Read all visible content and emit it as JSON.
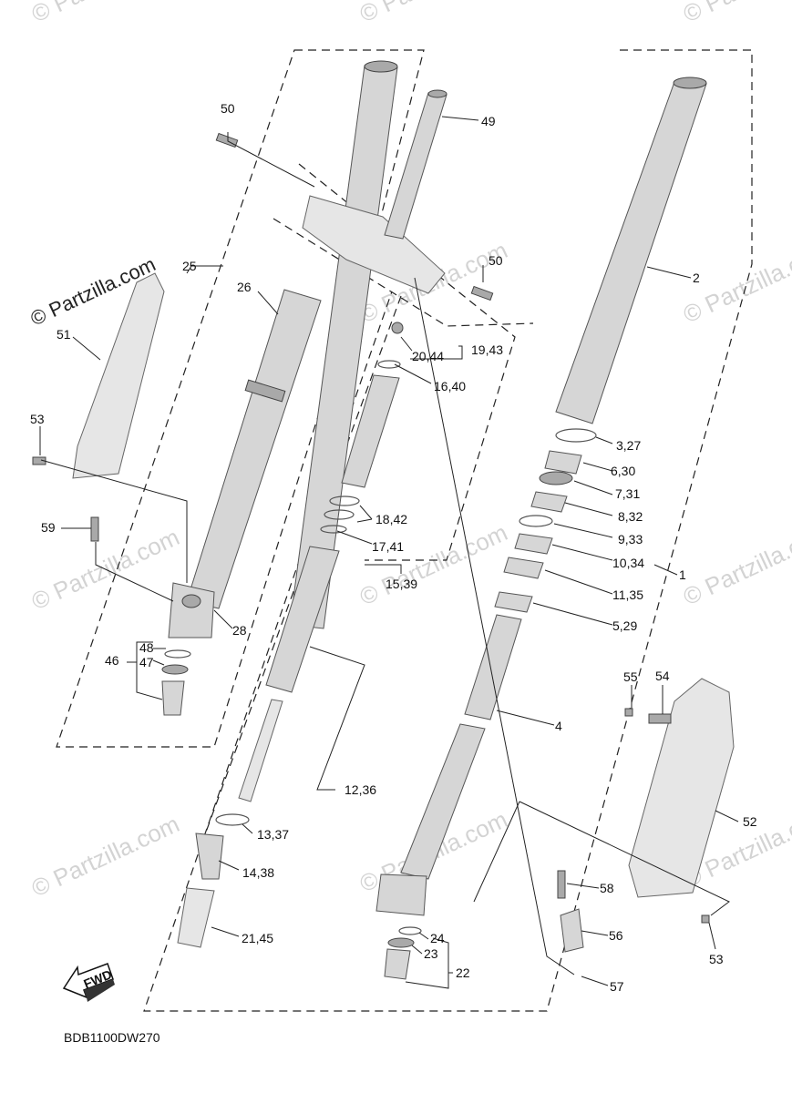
{
  "diagram": {
    "watermark_main": "© Partzilla.com",
    "watermark_repeat": "© Partzilla.com",
    "drawing_code": "BDB1100DW270",
    "fwd_label": "FWD",
    "callouts": {
      "c50a": "50",
      "c49": "49",
      "c25": "25",
      "c26": "26",
      "c51": "51",
      "c53a": "53",
      "c59": "59",
      "c28": "28",
      "c48": "48",
      "c47": "47",
      "c46": "46",
      "c50b": "50",
      "c2044": "20,44",
      "c1943": "19,43",
      "c1640": "16,40",
      "c1842": "18,42",
      "c1741": "17,41",
      "c1539": "15,39",
      "c1236": "12,36",
      "c1337": "13,37",
      "c1438": "14,38",
      "c2145": "21,45",
      "c2": "2",
      "c327": "3,27",
      "c630": "6,30",
      "c731": "7,31",
      "c832": "8,32",
      "c933": "9,33",
      "c1034": "10,34",
      "c1135": "11,35",
      "c529": "5,29",
      "c1": "1",
      "c4": "4",
      "c55": "55",
      "c54": "54",
      "c52": "52",
      "c58": "58",
      "c56": "56",
      "c53b": "53",
      "c57": "57",
      "c24": "24",
      "c23": "23",
      "c22": "22"
    }
  }
}
